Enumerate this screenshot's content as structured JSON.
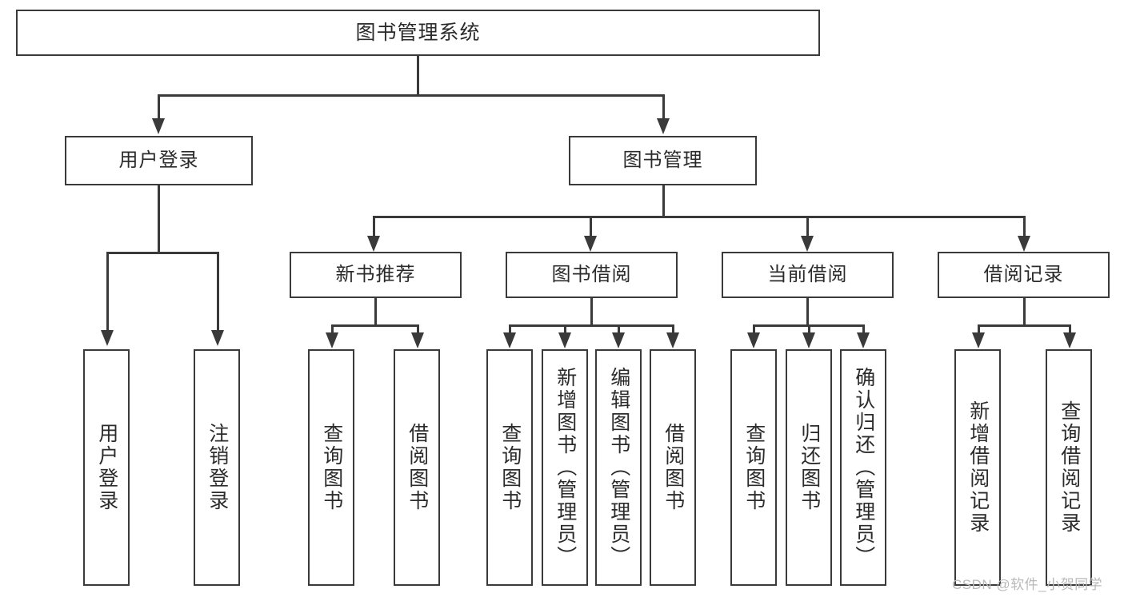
{
  "diagram": {
    "title": "图书管理系统",
    "type": "tree-hierarchy-diagram",
    "colors": {
      "stroke": "#3a3a3a",
      "fill": "#ffffff",
      "text": "#2b2b2b",
      "watermark": "#b9b9b9"
    },
    "root": {
      "label": "图书管理系统"
    },
    "level2": [
      {
        "label": "用户登录"
      },
      {
        "label": "图书管理"
      }
    ],
    "level3": [
      {
        "label": "新书推荐"
      },
      {
        "label": "图书借阅"
      },
      {
        "label": "当前借阅"
      },
      {
        "label": "借阅记录"
      }
    ],
    "leaves": {
      "user_login": [
        {
          "label": "用户登录"
        },
        {
          "label": "注销登录"
        }
      ],
      "new_book_recommend": [
        {
          "label": "查询图书"
        },
        {
          "label": "借阅图书"
        }
      ],
      "book_borrow": [
        {
          "label": "查询图书"
        },
        {
          "label": "新增图书（管理员）"
        },
        {
          "label": "编辑图书（管理员）"
        },
        {
          "label": "借阅图书"
        }
      ],
      "current_borrow": [
        {
          "label": "查询图书"
        },
        {
          "label": "归还图书"
        },
        {
          "label": "确认归还（管理员）"
        }
      ],
      "borrow_record": [
        {
          "label": "新增借阅记录"
        },
        {
          "label": "查询借阅记录"
        }
      ]
    },
    "watermark": "CSDN @软件_小贺同学"
  }
}
